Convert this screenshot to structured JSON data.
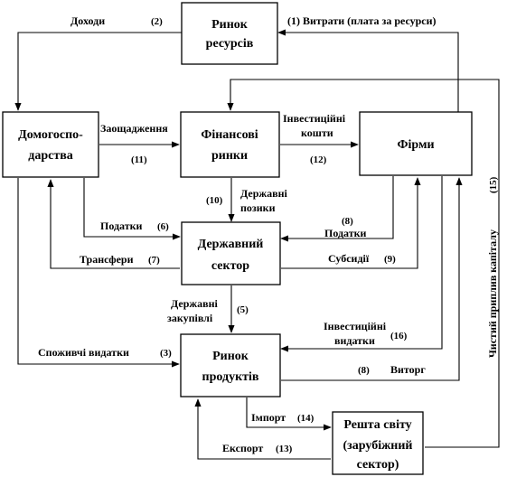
{
  "nodes": {
    "resource_market": {
      "line1": "Ринок",
      "line2": "ресурсів"
    },
    "households": {
      "line1": "Домогоспо-",
      "line2": "дарства"
    },
    "financial_markets": {
      "line1": "Фінансові",
      "line2": "ринки"
    },
    "firms": {
      "line1": "Фірми"
    },
    "government": {
      "line1": "Державний",
      "line2": "сектор"
    },
    "product_market": {
      "line1": "Ринок",
      "line2": "продуктів"
    },
    "rest_of_world": {
      "line1": "Решта світу",
      "line2": "(зарубіжний",
      "line3": "сектор)"
    }
  },
  "edges": {
    "income": {
      "label": "Доходи",
      "num": "(2)"
    },
    "costs": {
      "label": "(1) Витрати (плата за ресурси)"
    },
    "savings": {
      "label": "Заощадження",
      "num": "(11)"
    },
    "investment_funds": {
      "line1": "Інвестиційні",
      "line2": "кошти",
      "num": "(12)"
    },
    "gov_loans": {
      "num": "(10)",
      "line1": "Державні",
      "line2": "позики"
    },
    "taxes_households": {
      "label": "Податки",
      "num": "(6)"
    },
    "taxes_firms": {
      "num": "(8)",
      "label": "Податки"
    },
    "transfers": {
      "label": "Трансфери",
      "num": "(7)"
    },
    "subsidies": {
      "label": "Субсидії",
      "num": "(9)"
    },
    "gov_purchases": {
      "line1": "Державні",
      "line2": "закупівлі",
      "num": "(5)"
    },
    "consumer_spending": {
      "label": "Споживчі видатки",
      "num": "(3)"
    },
    "investment_spending": {
      "line1": "Інвестиційні",
      "line2": "видатки",
      "num": "(16)"
    },
    "revenue": {
      "num": "(8)",
      "label": "Виторг"
    },
    "imports": {
      "label": "Імпорт",
      "num": "(14)"
    },
    "exports": {
      "label": "Експорт",
      "num": "(13)"
    },
    "net_capital_inflow": {
      "label": "Чистий приплив капіталу",
      "num": "(15)"
    }
  }
}
